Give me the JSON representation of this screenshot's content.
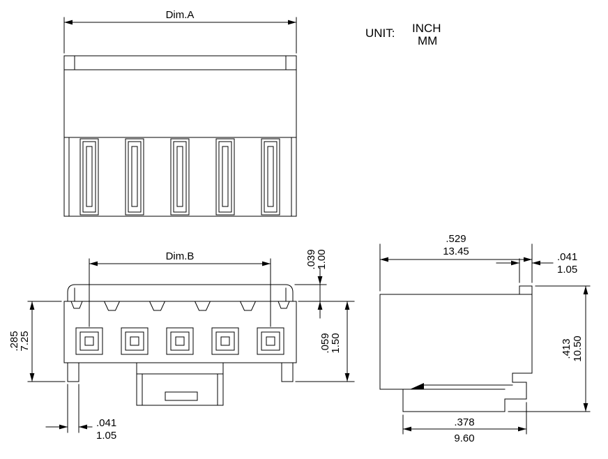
{
  "unit_note": {
    "label": "UNIT:",
    "inch": "INCH",
    "mm": "MM"
  },
  "dimensions": {
    "dim_a": {
      "label": "Dim.A"
    },
    "dim_b": {
      "label": "Dim.B"
    },
    "housing_height": {
      "inch": ".285",
      "mm": "7.25"
    },
    "lip_height": {
      "inch": ".039",
      "mm": "1.00"
    },
    "cavity_height": {
      "inch": ".059",
      "mm": "1.50"
    },
    "foot_width": {
      "inch": ".041",
      "mm": "1.05"
    },
    "side_depth": {
      "inch": ".529",
      "mm": "13.45"
    },
    "lip_depth": {
      "inch": ".041",
      "mm": "1.05"
    },
    "side_height": {
      "inch": ".413",
      "mm": "10.50"
    },
    "base_depth": {
      "inch": ".378",
      "mm": "9.60"
    }
  },
  "colors": {
    "line": "#000000",
    "background": "#ffffff"
  }
}
